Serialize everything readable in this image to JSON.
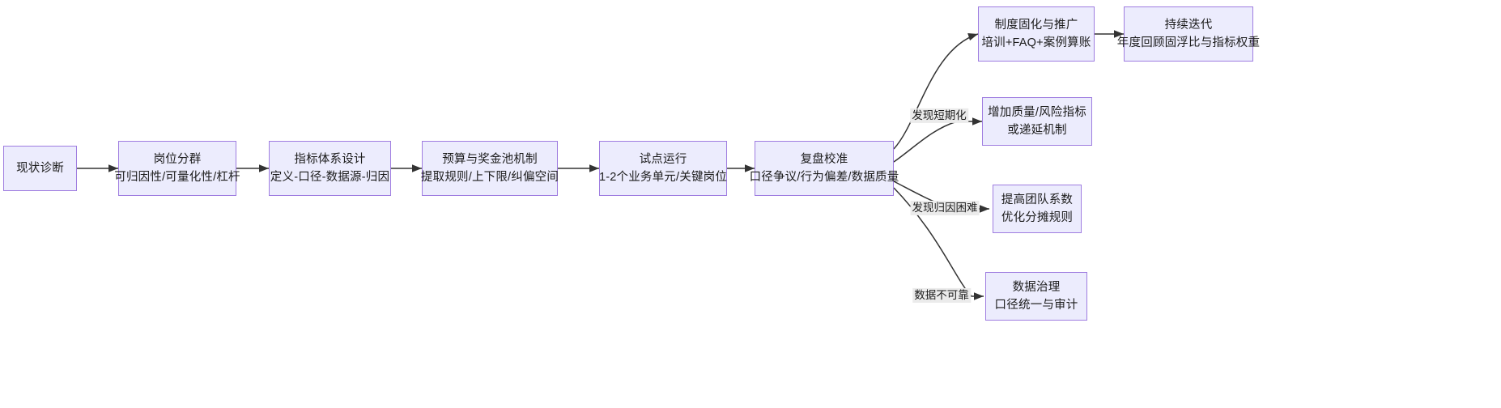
{
  "diagram": {
    "type": "flowchart",
    "direction": "left-to-right",
    "background_color": "#ffffff",
    "node_fill_color": "#ececfd",
    "node_border_color": "#9f7de0",
    "edge_color": "#333333",
    "edge_label_background": "#ebebeb",
    "nodes": [
      {
        "id": "n1",
        "line1": "现状诊断",
        "line2": ""
      },
      {
        "id": "n2",
        "line1": "岗位分群",
        "line2": "可归因性/可量化性/杠杆"
      },
      {
        "id": "n3",
        "line1": "指标体系设计",
        "line2": "定义-口径-数据源-归因"
      },
      {
        "id": "n4",
        "line1": "预算与奖金池机制",
        "line2": "提取规则/上下限/纠偏空间"
      },
      {
        "id": "n5",
        "line1": "试点运行",
        "line2": "1-2个业务单元/关键岗位"
      },
      {
        "id": "n6",
        "line1": "复盘校准",
        "line2": "口径争议/行为偏差/数据质量"
      },
      {
        "id": "n7",
        "line1": "制度固化与推广",
        "line2": "培训+FAQ+案例算账"
      },
      {
        "id": "n8",
        "line1": "持续迭代",
        "line2": "年度回顾固浮比与指标权重"
      },
      {
        "id": "n9",
        "line1": "增加质量/风险指标",
        "line2": "或递延机制"
      },
      {
        "id": "n10",
        "line1": "提高团队系数",
        "line2": "优化分摊规则"
      },
      {
        "id": "n11",
        "line1": "数据治理",
        "line2": "口径统一与审计"
      }
    ],
    "edge_labels": [
      {
        "id": "e1",
        "text": "发现短期化"
      },
      {
        "id": "e2",
        "text": "发现归因困难"
      },
      {
        "id": "e3",
        "text": "数据不可靠"
      }
    ]
  }
}
